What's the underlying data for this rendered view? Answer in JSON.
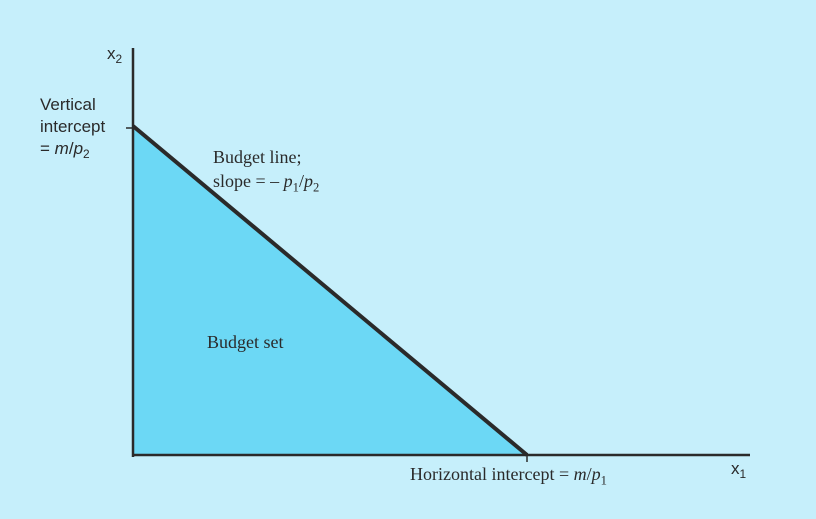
{
  "colors": {
    "background": "#c6effb",
    "budget_set_fill": "#6cd8f5",
    "line": "#2a2a2a"
  },
  "axes": {
    "y_var": "x",
    "y_sub": "2",
    "x_var": "x",
    "x_sub": "1"
  },
  "vertical_intercept": {
    "line1": "Vertical",
    "line2": "intercept",
    "eq": "= ",
    "m": "m",
    "slash": "/",
    "p": "p",
    "sub": "2"
  },
  "budget_line": {
    "line1": "Budget line;",
    "slope_prefix": "slope = – ",
    "p1": "p",
    "p1_sub": "1",
    "slash": "/",
    "p2": "p",
    "p2_sub": "2"
  },
  "budget_set": {
    "label": "Budget set"
  },
  "horizontal_intercept": {
    "text": "Horizontal intercept = ",
    "m": "m",
    "slash": "/",
    "p": "p",
    "sub": "1"
  }
}
